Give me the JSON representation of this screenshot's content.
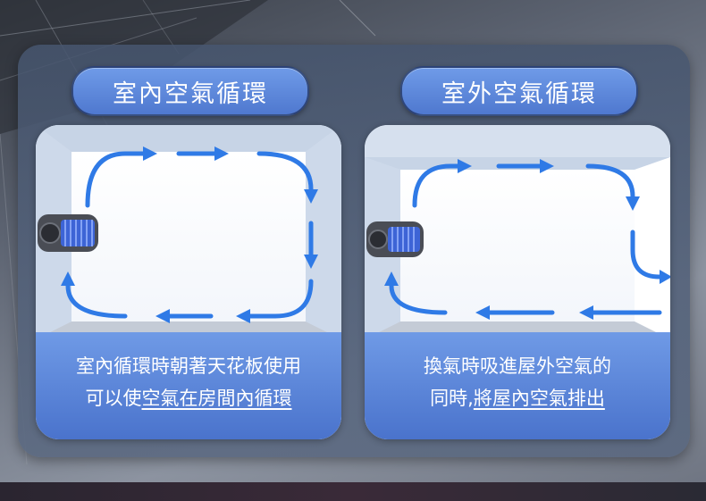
{
  "panels": [
    {
      "title": "室內空氣循環",
      "caption_line1": "室內循環時朝著天花板使用",
      "caption_line2_plain": "可以使",
      "caption_line2_underlined": "空氣在房間內循環"
    },
    {
      "title": "室外空氣循環",
      "caption_line1": "換氣時吸進屋外空氣的",
      "caption_line2_plain": "同時,",
      "caption_line2_underlined": "將屋內空氣排出"
    }
  ],
  "colors": {
    "pill": "#5b85db",
    "caption": "#5a84d8",
    "arrow": "#2f7ae6",
    "room_wall": "#dde6f2"
  },
  "icons": [
    "ventilation-fan-icon",
    "airflow-arrow-icon"
  ]
}
